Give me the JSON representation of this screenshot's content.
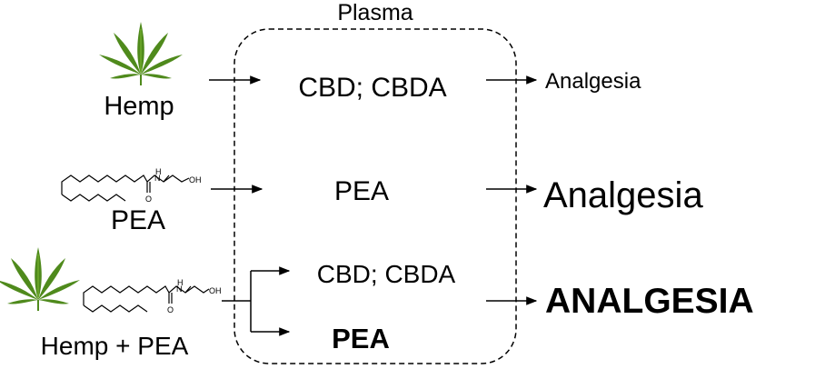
{
  "compartment": {
    "label": "Plasma"
  },
  "rows": [
    {
      "input": "Hemp",
      "plasma": [
        "CBD; CBDA"
      ],
      "outcome": "Analgesia"
    },
    {
      "input": "PEA",
      "plasma": [
        "PEA"
      ],
      "outcome": "Analgesia"
    },
    {
      "input": "Hemp + PEA",
      "plasma": [
        "CBD; CBDA",
        "PEA"
      ],
      "outcome": "ANALGESIA"
    }
  ],
  "molecule": {
    "nh_label": "H",
    "n_label": "N",
    "o_label": "O",
    "oh_label": "OH"
  },
  "colors": {
    "leaf": "#4f8a1c",
    "leaf_light": "#7cb832",
    "lines": "#000000"
  }
}
